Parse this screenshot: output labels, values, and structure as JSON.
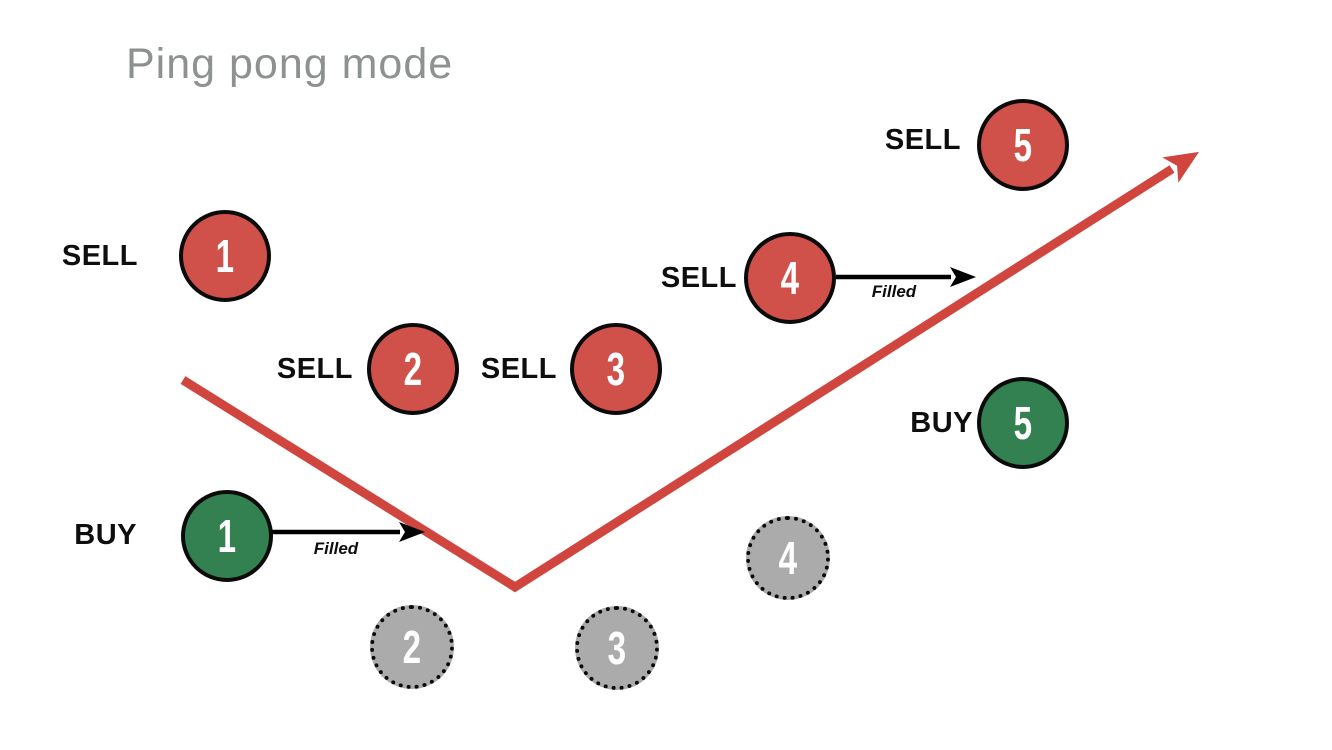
{
  "title": "Ping pong mode",
  "colors": {
    "sell": "#d0514a",
    "buy": "#338150",
    "pending": "#ababab",
    "line_red": "#d0463f",
    "title_gray": "#8d9190",
    "number_white": "#ffffff",
    "arrow_black": "#000000"
  },
  "orders": {
    "sell1": {
      "side": "SELL",
      "number": "1"
    },
    "sell2": {
      "side": "SELL",
      "number": "2"
    },
    "sell3": {
      "side": "SELL",
      "number": "3"
    },
    "sell4": {
      "side": "SELL",
      "number": "4"
    },
    "sell5": {
      "side": "SELL",
      "number": "5"
    },
    "buy1": {
      "side": "BUY",
      "number": "1"
    },
    "buy5": {
      "side": "BUY",
      "number": "5"
    }
  },
  "pending_orders": {
    "p2": {
      "number": "2"
    },
    "p3": {
      "number": "3"
    },
    "p4": {
      "number": "4"
    }
  },
  "annotations": {
    "filled1": "Filled",
    "filled2": "Filled"
  }
}
